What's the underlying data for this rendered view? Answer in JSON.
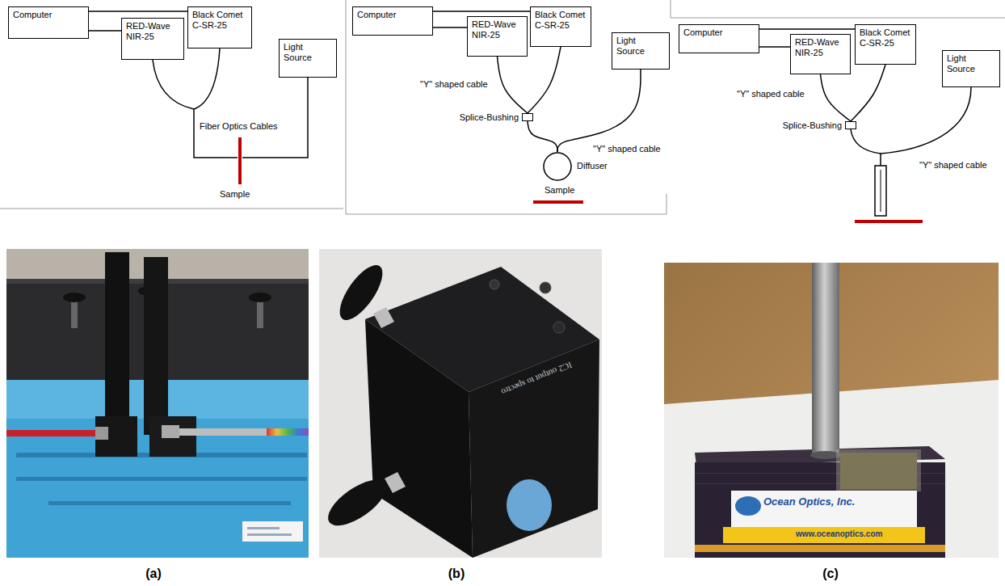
{
  "diagram": {
    "nodes": [
      {
        "text": [
          "Computer"
        ]
      },
      {
        "text": [
          "RED-Wave NIR-25"
        ]
      },
      {
        "text": [
          "Black Comet C-SR-25"
        ]
      },
      {
        "text": [
          "Light Source"
        ]
      },
      {
        "text": [
          "Computer"
        ]
      },
      {
        "text": [
          "RED-Wave NIR-25"
        ]
      },
      {
        "text": [
          "Black Comet C-SR-25"
        ]
      },
      {
        "text": [
          "Light Source"
        ]
      },
      {
        "text": [
          "Splice-Bushing"
        ]
      },
      {
        "text": [
          "Diffuser"
        ]
      },
      {
        "text": [
          "Computer"
        ]
      },
      {
        "text": [
          "RED-Wave NIR-25"
        ]
      },
      {
        "text": [
          "Black Comet C-SR-25"
        ]
      },
      {
        "text": [
          "Light Source"
        ]
      },
      {
        "text": [
          "Splice-Bushing"
        ]
      }
    ],
    "edges": [
      {
        "from": 0,
        "to": 1,
        "arrow": "none"
      },
      {
        "from": 0,
        "to": 2,
        "arrow": "none"
      },
      {
        "from": 4,
        "to": 5,
        "arrow": "none"
      },
      {
        "from": 4,
        "to": 6,
        "arrow": "none"
      },
      {
        "from": 5,
        "to": 8,
        "arrow": "none"
      },
      {
        "from": 6,
        "to": 8,
        "arrow": "none"
      },
      {
        "from": 8,
        "to": 9,
        "arrow": "none"
      },
      {
        "from": 7,
        "to": 9,
        "arrow": "none"
      },
      {
        "from": 10,
        "to": 11,
        "arrow": "none"
      },
      {
        "from": 10,
        "to": 12,
        "arrow": "none"
      },
      {
        "from": 11,
        "to": 14,
        "arrow": "none"
      },
      {
        "from": 12,
        "to": 14,
        "arrow": "none"
      }
    ],
    "labels": [
      "Fiber Optics Cables",
      "Sample",
      "\"Y\" shaped cable",
      "\"Y\" shaped cable",
      "Sample",
      "\"Y\" shaped cable",
      "\"Y\" shaped cable",
      "IC2 output to spectro",
      "Ocean Optics, Inc.",
      "www.oceanoptics.com",
      "(a)",
      "(b)",
      "(c)"
    ]
  }
}
